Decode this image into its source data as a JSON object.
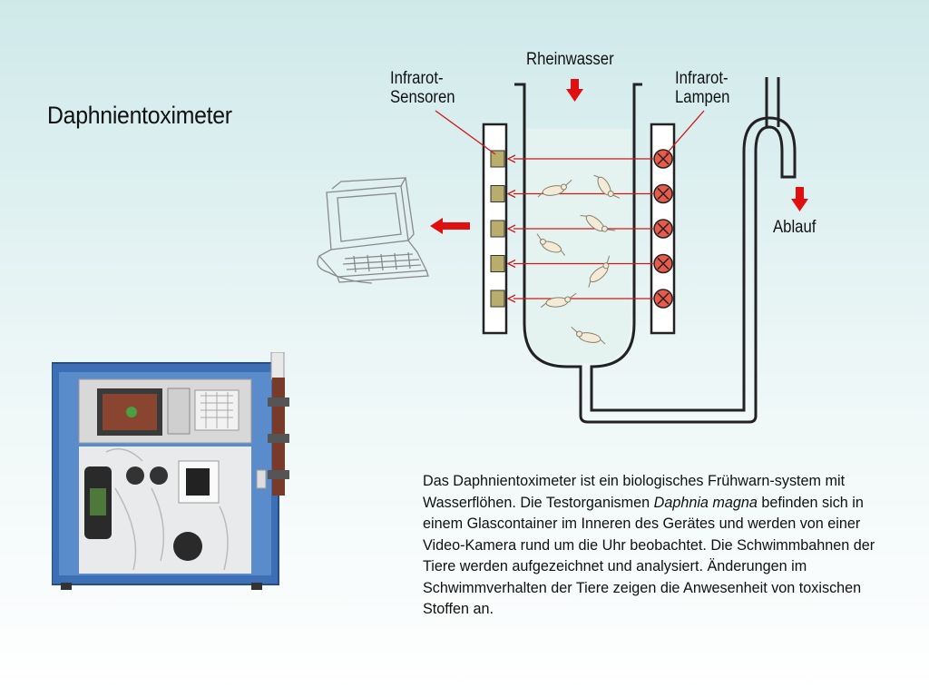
{
  "slide": {
    "title": "Daphnientoximeter"
  },
  "diagram": {
    "labels": {
      "rheinwasser": "Rheinwasser",
      "infrarot_sensoren": "Infrarot-\nSensoren",
      "infrarot_lampen": "Infrarot-\nLampen",
      "ablauf": "Ablauf"
    },
    "colors": {
      "arrow_red": "#e01010",
      "sensor_fill": "#b8ad6a",
      "lamp_fill": "#e85a4a",
      "water": "#e4f3ef"
    },
    "sensor_count": 5,
    "lamp_count": 5
  },
  "description": {
    "part1": "Das Daphnientoximeter ist ein biologisches Frühwarn-system mit Wasserflöhen. Die Testorganismen ",
    "italic": "Daphnia magna",
    "part2": " befinden sich in einem Glascontainer im Inneren des Gerätes und werden von einer Video-Kamera rund um die Uhr beobachtet. Die Schwimmbahnen der Tiere werden aufgezeichnet und analysiert. Änderungen im Schwimmverhalten der Tiere zeigen die Anwesenheit von toxischen Stoffen an."
  }
}
